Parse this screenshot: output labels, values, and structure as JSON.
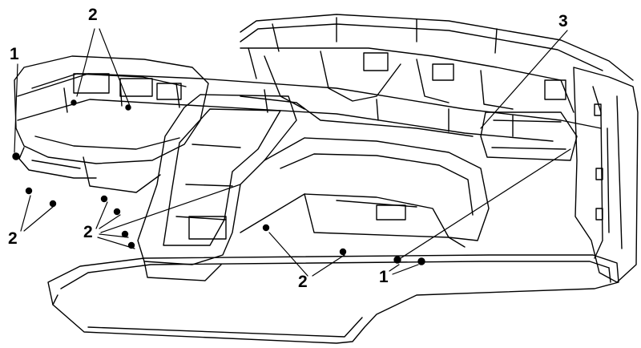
{
  "figure": {
    "callouts": [
      {
        "id": "c1a",
        "label": "1"
      },
      {
        "id": "c2a",
        "label": "2"
      },
      {
        "id": "c2b",
        "label": "2"
      },
      {
        "id": "c2c",
        "label": "2"
      },
      {
        "id": "c2d",
        "label": "2"
      },
      {
        "id": "c3",
        "label": "3"
      },
      {
        "id": "c1b",
        "label": "1"
      }
    ]
  }
}
